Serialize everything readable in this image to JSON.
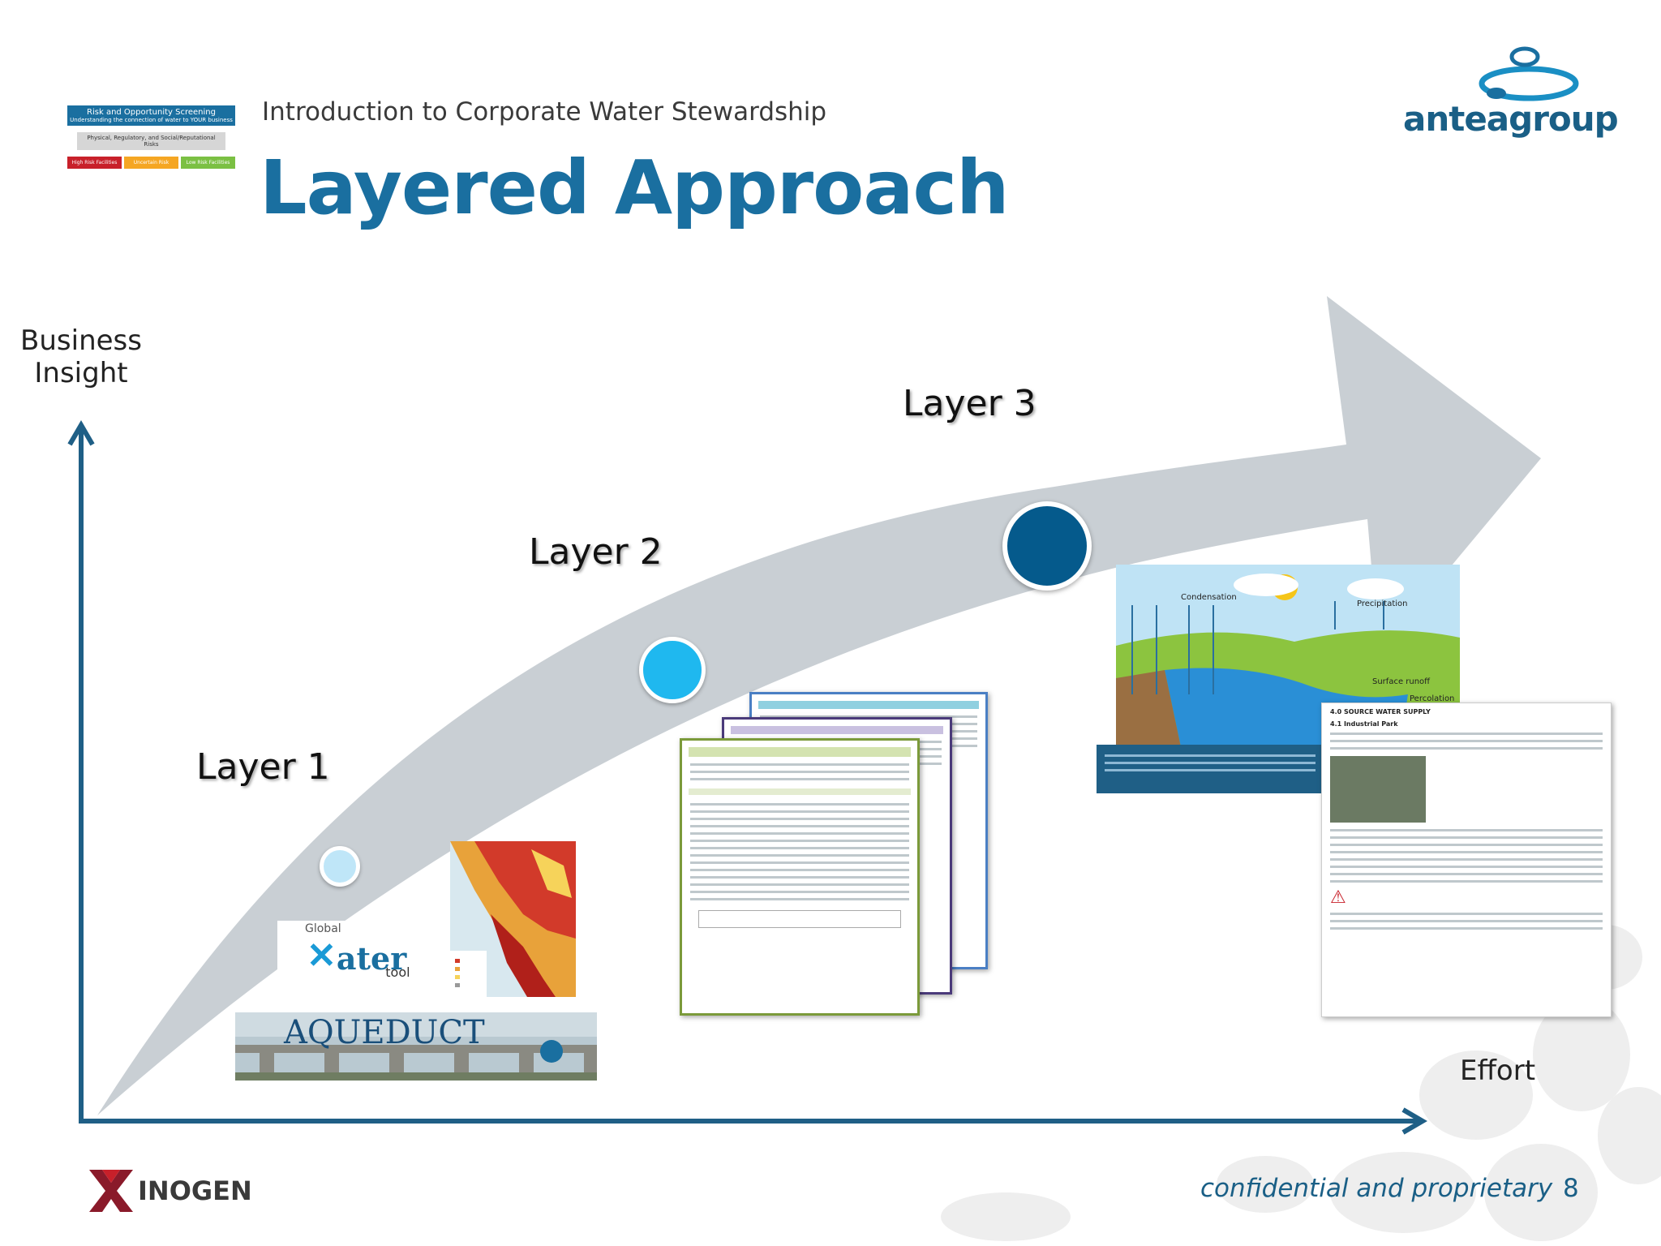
{
  "header": {
    "subtitle": "Introduction to Corporate Water Stewardship",
    "title": "Layered Approach"
  },
  "thumbnail": {
    "top_bar": "Risk and Opportunity Screening",
    "top_bar_sub": "Understanding the connection of water to YOUR business",
    "mid_bar": "Physical, Regulatory, and Social/Reputational Risks",
    "badges": [
      "High Risk Facilities",
      "Uncertain Risk",
      "Low Risk Facilities"
    ]
  },
  "logo": {
    "text": "anteagroup"
  },
  "axes": {
    "y_label_line1": "Business",
    "y_label_line2": "Insight",
    "x_label": "Effort"
  },
  "layers": [
    {
      "label": "Layer 1",
      "dot_color": "#bfe6f8"
    },
    {
      "label": "Layer 2",
      "dot_color": "#1fb8ef"
    },
    {
      "label": "Layer 3",
      "dot_color": "#055a8c"
    }
  ],
  "tools": {
    "water_tool_global": "Global",
    "water_tool_name": "ater",
    "water_tool_suffix": "tool",
    "aqueduct": "AQUEDUCT"
  },
  "water_cycle": {
    "condensation": "Condensation",
    "precipitation": "Precipitation",
    "surface_runoff": "Surface runoff",
    "percolation": "Percolation"
  },
  "report_doc": {
    "section": "4.0    SOURCE WATER SUPPLY",
    "subsection": "4.1    Industrial Park"
  },
  "footer": {
    "brand": "INOGEN",
    "confidential": "confidential and proprietary",
    "page_number": "8"
  },
  "colors": {
    "title_blue": "#1a6fa0",
    "axis_blue": "#1f5f86",
    "arrow_gray": "#c9cfd4",
    "footer_blue": "#1a5f86"
  }
}
